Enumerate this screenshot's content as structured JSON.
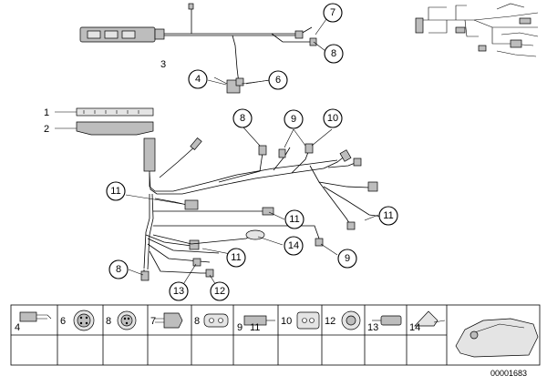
{
  "diagram": {
    "callouts": [
      {
        "label": "7"
      },
      {
        "label": "8"
      },
      {
        "label": "4"
      },
      {
        "label": "6"
      },
      {
        "label": "8"
      },
      {
        "label": "9"
      },
      {
        "label": "10"
      },
      {
        "label": "11"
      },
      {
        "label": "11"
      },
      {
        "label": "11"
      },
      {
        "label": "14"
      },
      {
        "label": "11"
      },
      {
        "label": "9"
      },
      {
        "label": "8"
      },
      {
        "label": "13"
      },
      {
        "label": "12"
      }
    ],
    "plain_labels": [
      {
        "label": "3"
      },
      {
        "label": "1"
      },
      {
        "label": "2"
      }
    ],
    "legend_cells": [
      {
        "label": "4"
      },
      {
        "label": "6"
      },
      {
        "label": "8"
      },
      {
        "label": "7"
      },
      {
        "label": "8"
      },
      {
        "label": "9"
      },
      {
        "label": "11"
      },
      {
        "label": "10"
      },
      {
        "label": "12"
      },
      {
        "label": "13"
      },
      {
        "label": "14"
      }
    ],
    "catalog_number": "00001683"
  }
}
